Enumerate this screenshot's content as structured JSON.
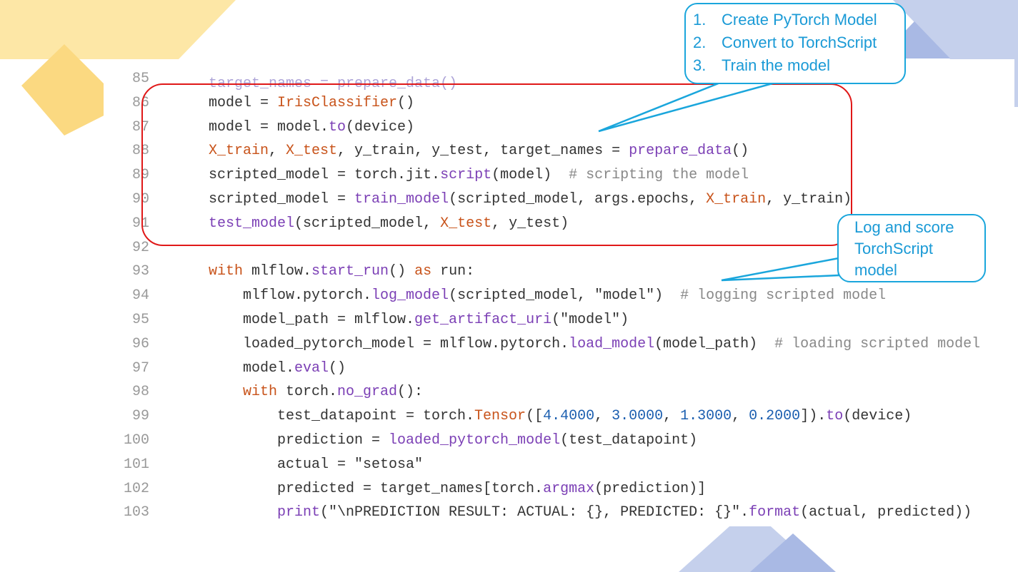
{
  "code": {
    "truncated_top_line": "target_names = prepare_data()",
    "lines": [
      {
        "n": "85",
        "tokens": []
      },
      {
        "n": "86",
        "tokens": [
          [
            "model = ",
            ""
          ],
          [
            "IrisClassifier",
            "t-cls"
          ],
          [
            "()",
            ""
          ]
        ]
      },
      {
        "n": "87",
        "tokens": [
          [
            "model = model.",
            ""
          ],
          [
            "to",
            "t-fn"
          ],
          [
            "(device)",
            ""
          ]
        ]
      },
      {
        "n": "88",
        "tokens": [
          [
            "X_train",
            "t-var"
          ],
          [
            ", ",
            ""
          ],
          [
            "X_test",
            "t-var"
          ],
          [
            ", y_train, y_test, target_names = ",
            ""
          ],
          [
            "prepare_data",
            "t-fn"
          ],
          [
            "()",
            ""
          ]
        ]
      },
      {
        "n": "89",
        "tokens": [
          [
            "scripted_model = torch.jit.",
            ""
          ],
          [
            "script",
            "t-fn"
          ],
          [
            "(model)  ",
            ""
          ],
          [
            "# scripting the model",
            "t-cm"
          ]
        ]
      },
      {
        "n": "90",
        "tokens": [
          [
            "scripted_model = ",
            ""
          ],
          [
            "train_model",
            "t-fn"
          ],
          [
            "(scripted_model, args.epochs, ",
            ""
          ],
          [
            "X_train",
            "t-var"
          ],
          [
            ", y_train)",
            ""
          ]
        ]
      },
      {
        "n": "91",
        "tokens": [
          [
            "test_model",
            "t-fn"
          ],
          [
            "(scripted_model, ",
            ""
          ],
          [
            "X_test",
            "t-var"
          ],
          [
            ", y_test)",
            ""
          ]
        ]
      },
      {
        "n": "92",
        "tokens": []
      },
      {
        "n": "93",
        "tokens": [
          [
            "with",
            "t-kw"
          ],
          [
            " mlflow.",
            ""
          ],
          [
            "start_run",
            "t-fn"
          ],
          [
            "() ",
            ""
          ],
          [
            "as",
            "t-kw"
          ],
          [
            " run:",
            ""
          ]
        ]
      },
      {
        "n": "94",
        "indent": 1,
        "tokens": [
          [
            "mlflow.pytorch.",
            ""
          ],
          [
            "log_model",
            "t-fn"
          ],
          [
            "(scripted_model, \"model\")  ",
            ""
          ],
          [
            "# logging scripted model",
            "t-cm"
          ]
        ]
      },
      {
        "n": "95",
        "indent": 1,
        "tokens": [
          [
            "model_path = mlflow.",
            ""
          ],
          [
            "get_artifact_uri",
            "t-fn"
          ],
          [
            "(\"model\")",
            ""
          ]
        ]
      },
      {
        "n": "96",
        "indent": 1,
        "tokens": [
          [
            "loaded_pytorch_model = mlflow.pytorch.",
            ""
          ],
          [
            "load_model",
            "t-fn"
          ],
          [
            "(model_path)  ",
            ""
          ],
          [
            "# loading scripted model",
            "t-cm"
          ]
        ]
      },
      {
        "n": "97",
        "indent": 1,
        "tokens": [
          [
            "model.",
            ""
          ],
          [
            "eval",
            "t-fn"
          ],
          [
            "()",
            ""
          ]
        ]
      },
      {
        "n": "98",
        "indent": 1,
        "tokens": [
          [
            "with",
            "t-kw"
          ],
          [
            " torch.",
            ""
          ],
          [
            "no_grad",
            "t-fn"
          ],
          [
            "():",
            ""
          ]
        ]
      },
      {
        "n": "99",
        "indent": 2,
        "tokens": [
          [
            "test_datapoint = torch.",
            ""
          ],
          [
            "Tensor",
            "t-cls"
          ],
          [
            "([",
            ""
          ],
          [
            "4.4000",
            "t-num"
          ],
          [
            ", ",
            ""
          ],
          [
            "3.0000",
            "t-num"
          ],
          [
            ", ",
            ""
          ],
          [
            "1.3000",
            "t-num"
          ],
          [
            ", ",
            ""
          ],
          [
            "0.2000",
            "t-num"
          ],
          [
            "]).",
            ""
          ],
          [
            "to",
            "t-fn"
          ],
          [
            "(device)",
            ""
          ]
        ]
      },
      {
        "n": "100",
        "indent": 2,
        "tokens": [
          [
            "prediction = ",
            ""
          ],
          [
            "loaded_pytorch_model",
            "t-fn"
          ],
          [
            "(test_datapoint)",
            ""
          ]
        ]
      },
      {
        "n": "101",
        "indent": 2,
        "tokens": [
          [
            "actual = \"setosa\"",
            ""
          ]
        ]
      },
      {
        "n": "102",
        "indent": 2,
        "tokens": [
          [
            "predicted = target_names[torch.",
            ""
          ],
          [
            "argmax",
            "t-fn"
          ],
          [
            "(prediction)]",
            ""
          ]
        ]
      },
      {
        "n": "103",
        "indent": 2,
        "tokens": [
          [
            "print",
            "t-fn"
          ],
          [
            "(\"\\nPREDICTION RESULT: ACTUAL: {}, PREDICTED: {}\".",
            ""
          ],
          [
            "format",
            "t-fn"
          ],
          [
            "(actual, predicted))",
            ""
          ]
        ]
      }
    ]
  },
  "callouts": {
    "steps": [
      {
        "num": "1.",
        "text": "Create PyTorch Model"
      },
      {
        "num": "2.",
        "text": "Convert to TorchScript"
      },
      {
        "num": "3.",
        "text": "Train the model"
      }
    ],
    "log_lines": [
      "Log and score",
      "TorchScript",
      "model"
    ]
  },
  "colors": {
    "highlight_border": "#e01818",
    "callout": "#1aa6dc"
  }
}
